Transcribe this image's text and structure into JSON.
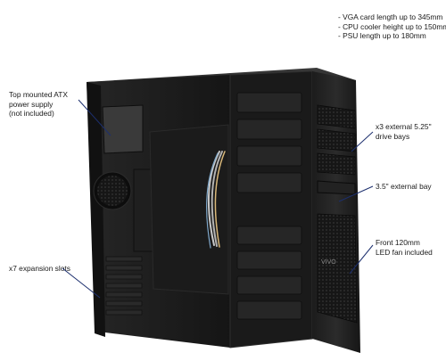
{
  "specs": [
    "VGA card length up to 345mm",
    "CPU cooler height up to 150mm",
    "PSU length up to 180mm"
  ],
  "callouts": {
    "psu": [
      "Top mounted ATX",
      "power supply",
      "(not included)"
    ],
    "drive_bays": [
      "x3 external 5.25\"",
      "drive bays"
    ],
    "external_bay": "3.5\" external bay",
    "expansion": "x7 expansion slots",
    "fan": [
      "Front 120mm",
      "LED fan included"
    ]
  },
  "brand_badge": "VIVO"
}
